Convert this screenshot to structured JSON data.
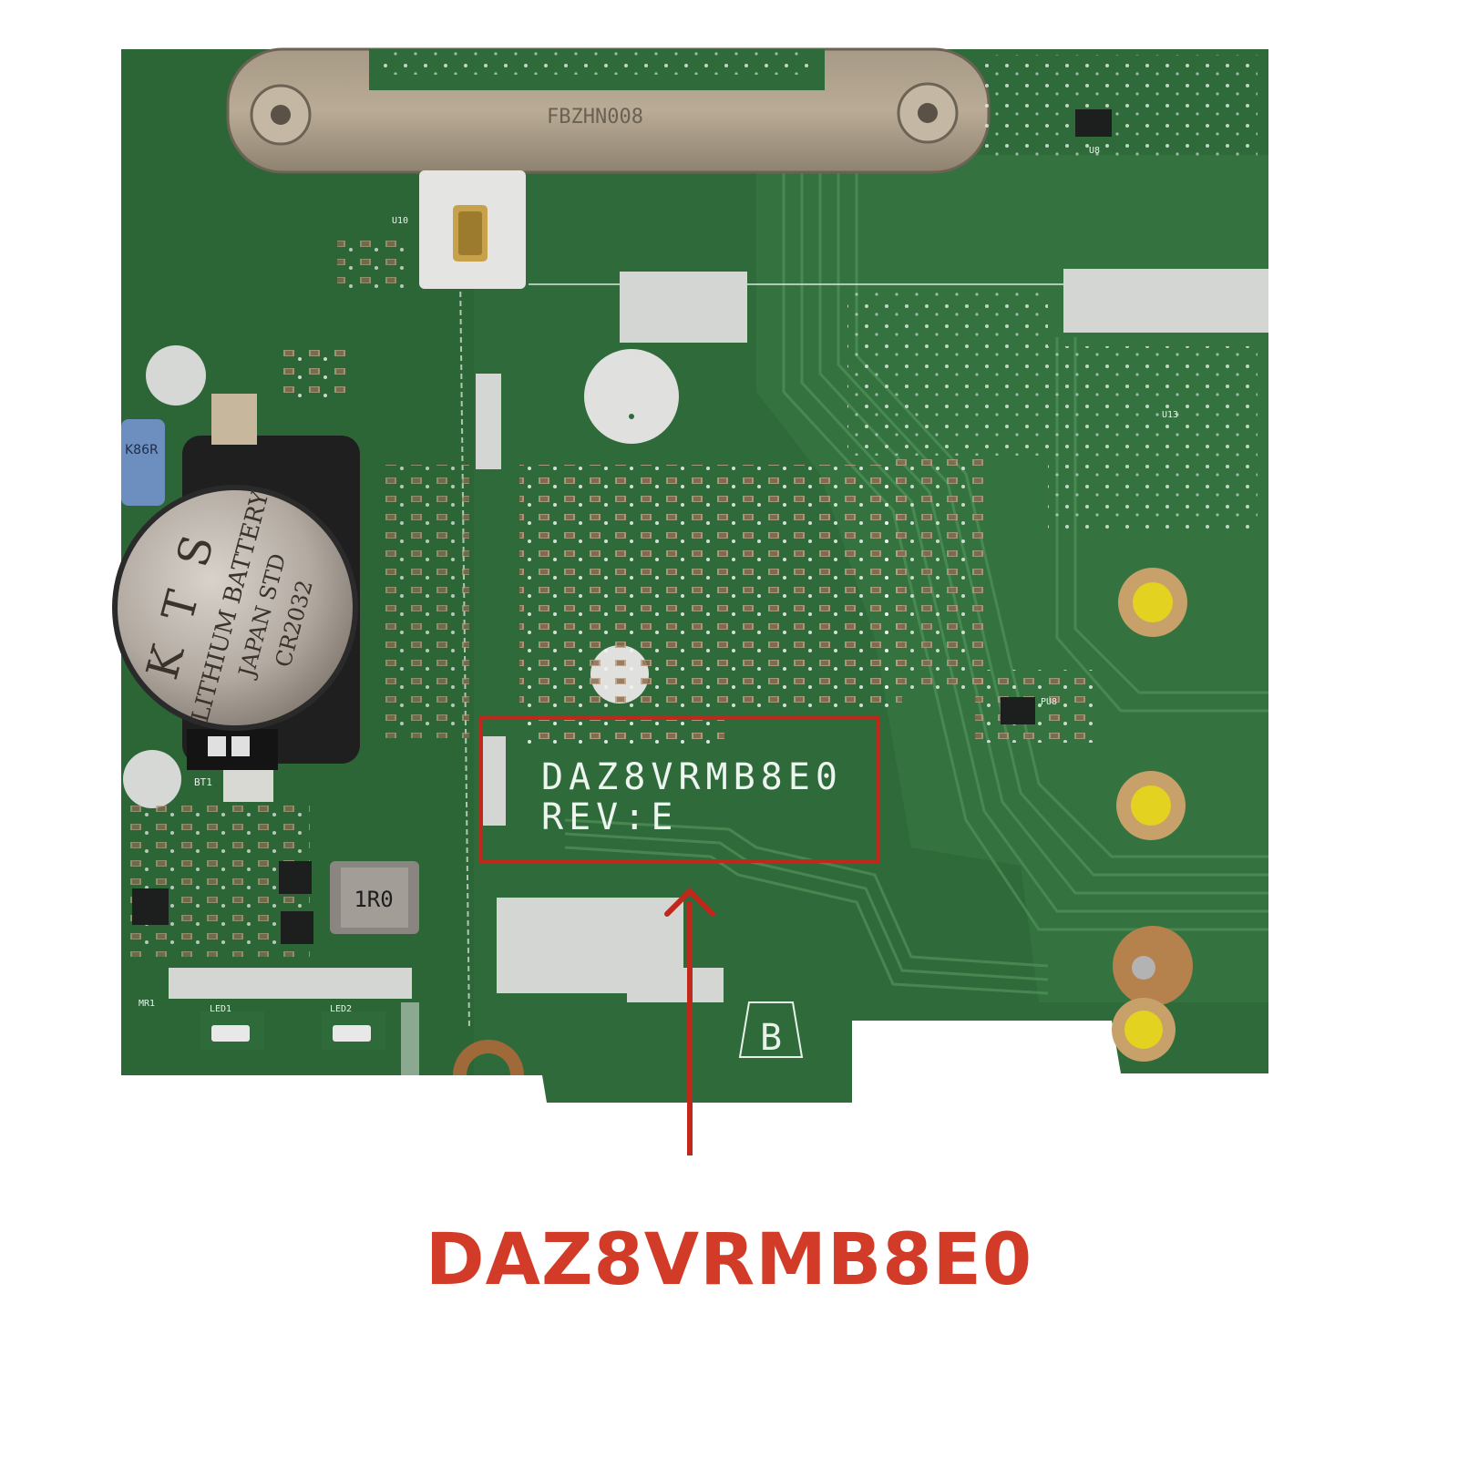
{
  "colors": {
    "pcb_green": "#2f6b3a",
    "pcb_dark": "#214f2b",
    "trace_green": "#3c7f47",
    "silver": "#c9ccca",
    "callout_red": "#c0281c",
    "callout_text": "#d23b28"
  },
  "heatsink": {
    "label": "FBZHN008"
  },
  "board_marking": {
    "model": "DAZ8VRMB8E0",
    "revision": "REV:E"
  },
  "battery": {
    "brand": "KTS",
    "line1": "LITHIUM BATTERY",
    "line2": "JAPAN STD",
    "model": "CR2032",
    "ref": "BT1"
  },
  "capacitor": {
    "label": "K86R"
  },
  "inductor": {
    "label": "1R0"
  },
  "ref_designators": {
    "mic": "U10",
    "u8": "U8",
    "u13": "U13",
    "pu8": "PU8",
    "mr1": "MR1",
    "led1": "LED1",
    "led2": "LED2",
    "side_mark": "B"
  },
  "callout": {
    "label": "DAZ8VRMB8E0"
  }
}
